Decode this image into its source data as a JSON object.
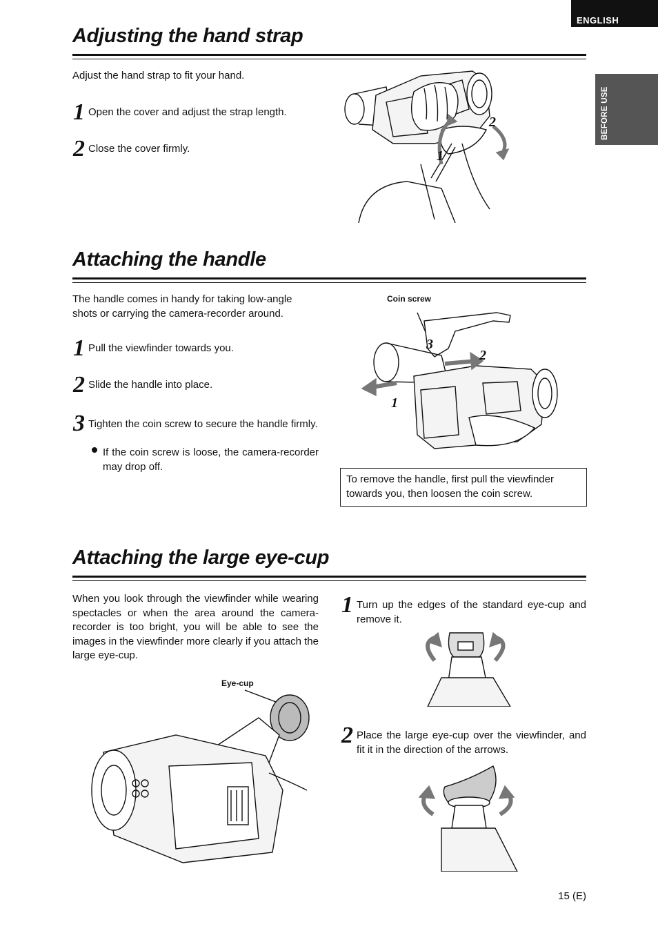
{
  "header": {
    "language": "ENGLISH",
    "section_tab": "BEFORE USE"
  },
  "hand_strap": {
    "title": "Adjusting the hand strap",
    "intro": "Adjust the hand strap to fit your hand.",
    "steps": [
      {
        "num": "1",
        "text": "Open the cover and adjust the strap length."
      },
      {
        "num": "2",
        "text": "Close the cover firmly."
      }
    ],
    "figure_labels": [
      "1",
      "2"
    ]
  },
  "handle": {
    "title": "Attaching the handle",
    "intro": "The handle comes in handy for taking low-angle shots or carrying the camera-recorder around.",
    "steps": [
      {
        "num": "1",
        "text": "Pull the viewfinder towards you."
      },
      {
        "num": "2",
        "text": "Slide the handle into place."
      },
      {
        "num": "3",
        "text": "Tighten the coin screw to secure the handle firmly."
      }
    ],
    "bullet": "If the coin screw is loose, the camera-recorder may drop off.",
    "figure_callout": "Coin screw",
    "figure_labels": [
      "1",
      "2",
      "3"
    ],
    "note": "To remove the handle, first pull the viewfinder towards you, then loosen the coin screw."
  },
  "eyecup": {
    "title": "Attaching the large eye-cup",
    "intro": "When you look through the viewfinder while wearing spectacles or when the area around the camera-recorder is too bright, you will be able to see the images in the viewfinder more clearly if you attach the large eye-cup.",
    "figure_callout": "Eye-cup",
    "steps": [
      {
        "num": "1",
        "text": "Turn up the edges of the standard eye-cup and remove it."
      },
      {
        "num": "2",
        "text": "Place the large eye-cup over the viewfinder, and fit it in the direction of the arrows."
      }
    ]
  },
  "footer": {
    "page_number": "15 (E)"
  }
}
